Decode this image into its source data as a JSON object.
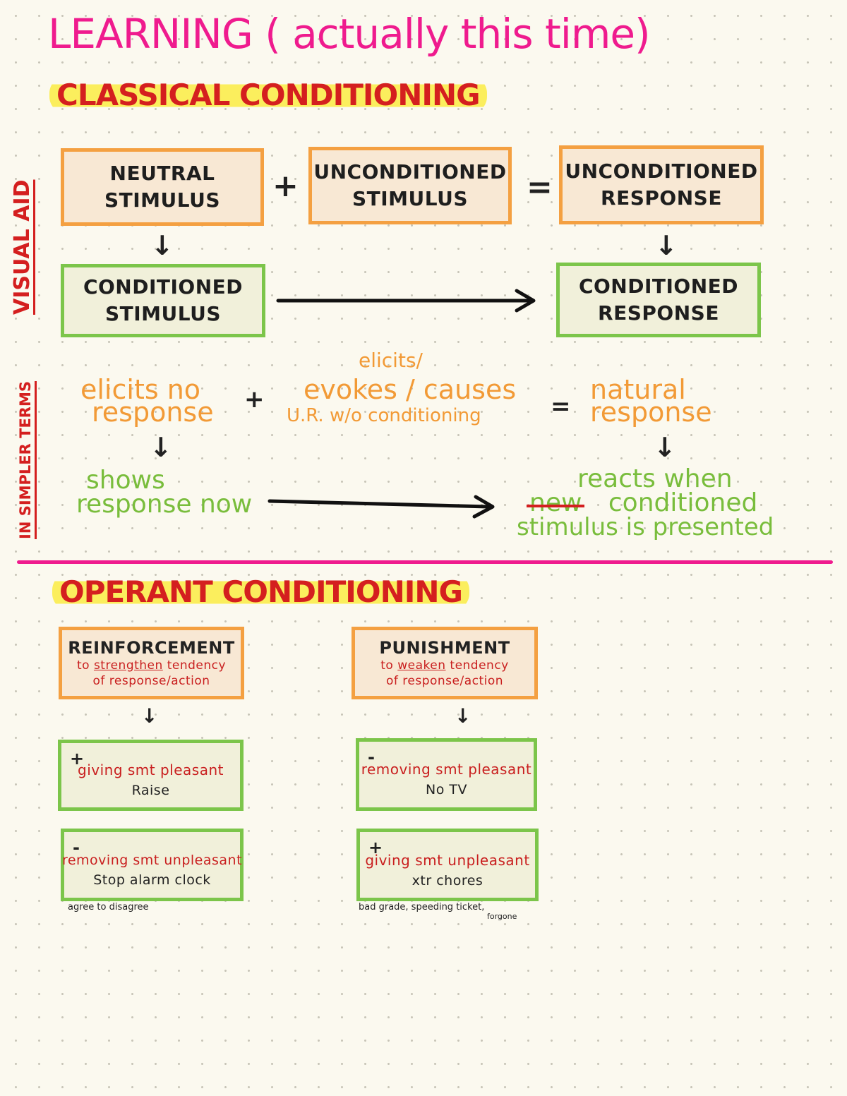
{
  "title": "LEARNING ( actually this time)",
  "classical": {
    "heading": "CLASSICAL CONDITIONING",
    "visual_aid_label": "VISUAL AID",
    "simpler_terms_label": "IN SIMPLER TERMS",
    "neutral_stimulus": [
      "NEUTRAL",
      "STIMULUS"
    ],
    "unconditioned_stimulus": [
      "UNCONDITIONED",
      "STIMULUS"
    ],
    "unconditioned_response": [
      "UNCONDITIONED",
      "RESPONSE"
    ],
    "conditioned_stimulus": [
      "CONDITIONED",
      "STIMULUS"
    ],
    "conditioned_response": [
      "CONDITIONED",
      "RESPONSE"
    ],
    "plus": "+",
    "equals": "=",
    "down_arrow": "↓",
    "simple": {
      "neutral": [
        "elicits no",
        "response"
      ],
      "unconditioned_top": "elicits/",
      "unconditioned": "evokes / causes",
      "unconditioned_note": "U.R. w/o conditioning",
      "natural": [
        "natural",
        "response"
      ],
      "conditioned": [
        "shows",
        "response now"
      ],
      "reacts_line1": "reacts when",
      "reacts_struck": "new",
      "reacts_line2": "conditioned",
      "reacts_line3": "stimulus is presented"
    }
  },
  "operant": {
    "heading": "OPERANT CONDITIONING",
    "down_arrow": "↓",
    "reinforcement": {
      "title": "REINFORCEMENT",
      "desc_pre": "to ",
      "desc_key": "strengthen",
      "desc_post": " tendency",
      "desc_line2": "of response/action",
      "positive": {
        "sign": "+",
        "text": "giving smt pleasant",
        "example": "Raise"
      },
      "negative": {
        "sign": "-",
        "text": "removing smt unpleasant",
        "example": "Stop alarm clock",
        "note": "agree to disagree"
      }
    },
    "punishment": {
      "title": "PUNISHMENT",
      "desc_pre": "to ",
      "desc_key": "weaken",
      "desc_post": " tendency",
      "desc_line2": "of response/action",
      "negative": {
        "sign": "-",
        "text": "removing smt pleasant",
        "example": "No TV"
      },
      "positive": {
        "sign": "+",
        "text": "giving smt unpleasant",
        "example": "xtr chores",
        "note": "bad grade, speeding ticket,",
        "note2": "forgone"
      }
    }
  },
  "colors": {
    "title": "#ef1b8e",
    "heading": "#d41f1f",
    "highlight": "#fbee5d",
    "orange_border": "#f4a041",
    "green_border": "#7cc54a",
    "divider": "#ef1b8e"
  }
}
